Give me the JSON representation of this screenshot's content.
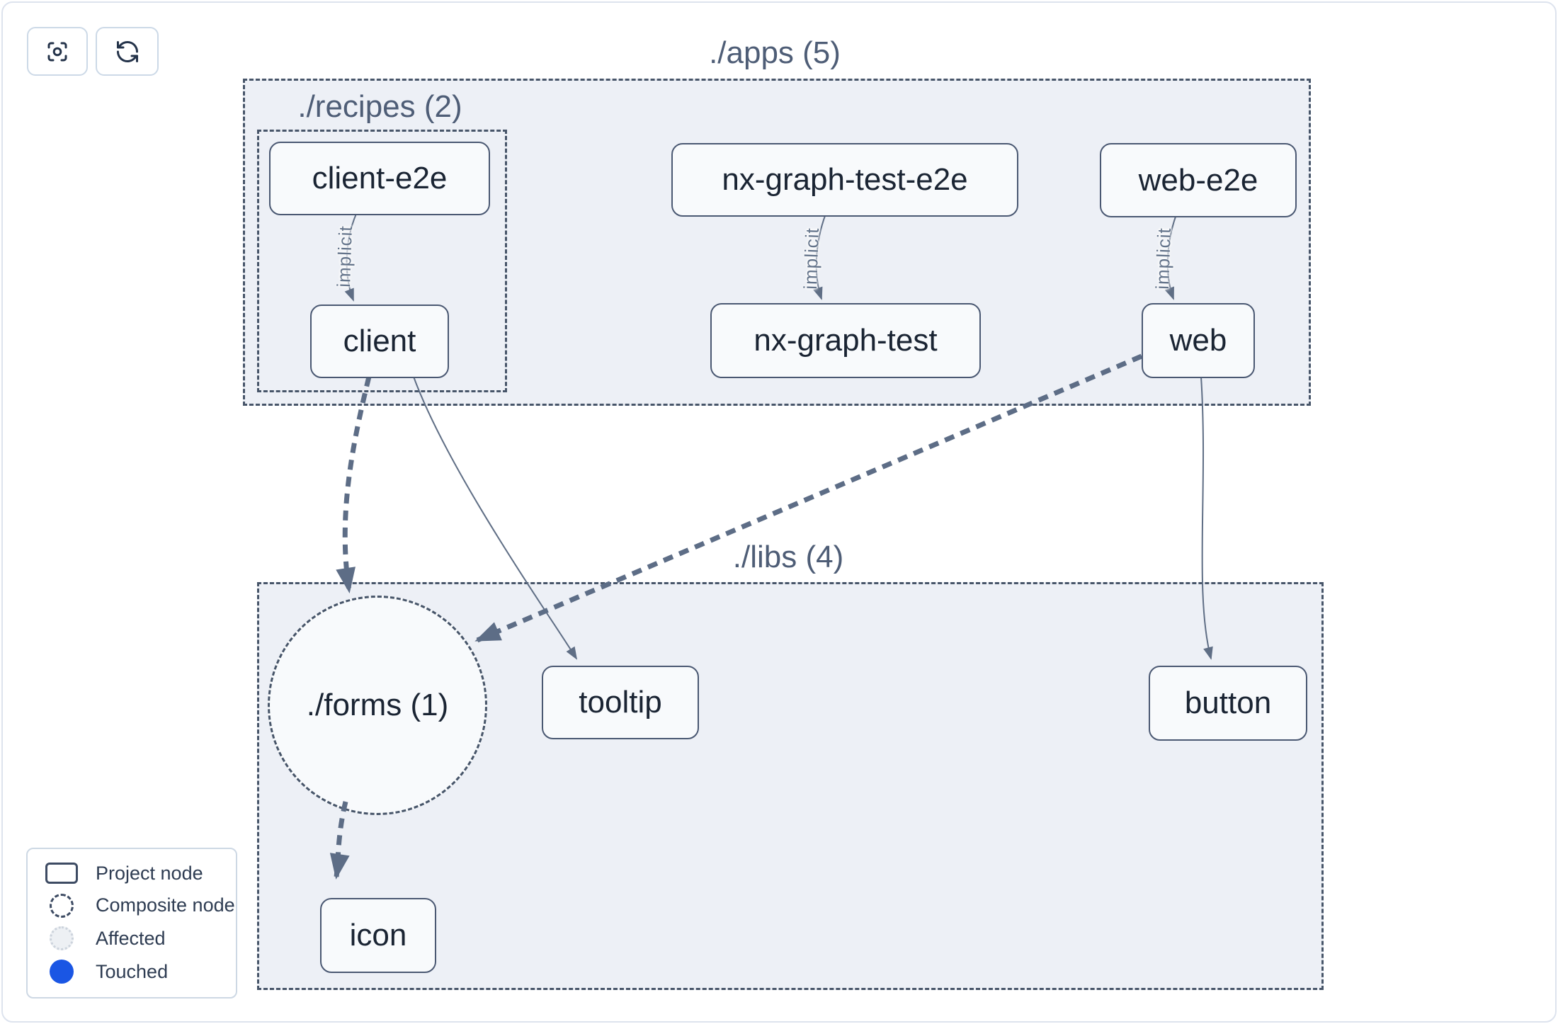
{
  "toolbar": {
    "buttons": [
      {
        "id": "center-graph",
        "icon": "focus-center-icon"
      },
      {
        "id": "refresh-graph",
        "icon": "refresh-icon"
      }
    ]
  },
  "graph": {
    "containers": {
      "apps": {
        "label": "./apps (5)",
        "count": 5
      },
      "recipes": {
        "label": "./recipes (2)",
        "count": 2
      },
      "libs": {
        "label": "./libs (4)",
        "count": 4
      }
    },
    "composite_nodes": {
      "forms": {
        "label": "./forms (1)",
        "count": 1
      }
    },
    "project_nodes": {
      "client_e2e": {
        "label": "client-e2e"
      },
      "client": {
        "label": "client"
      },
      "nx_graph_test_e2e": {
        "label": "nx-graph-test-e2e"
      },
      "nx_graph_test": {
        "label": "nx-graph-test"
      },
      "web_e2e": {
        "label": "web-e2e"
      },
      "web": {
        "label": "web"
      },
      "tooltip": {
        "label": "tooltip"
      },
      "button": {
        "label": "button"
      },
      "icon": {
        "label": "icon"
      }
    },
    "edges": [
      {
        "from": "client-e2e",
        "to": "client",
        "type": "implicit",
        "label": "implicit"
      },
      {
        "from": "nx-graph-test-e2e",
        "to": "nx-graph-test",
        "type": "implicit",
        "label": "implicit"
      },
      {
        "from": "web-e2e",
        "to": "web",
        "type": "implicit",
        "label": "implicit"
      },
      {
        "from": "client",
        "to": "./forms (1)",
        "type": "dashed-dependency",
        "label": ""
      },
      {
        "from": "web",
        "to": "./forms (1)",
        "type": "dashed-dependency",
        "label": ""
      },
      {
        "from": "./forms (1)",
        "to": "icon",
        "type": "dashed-dependency",
        "label": ""
      },
      {
        "from": "client",
        "to": "tooltip",
        "type": "dependency",
        "label": ""
      },
      {
        "from": "web",
        "to": "button",
        "type": "dependency",
        "label": ""
      }
    ]
  },
  "legend": {
    "items": [
      {
        "label": "Project node",
        "swatch": "project-rect"
      },
      {
        "label": "Composite node",
        "swatch": "composite-dashed-circle"
      },
      {
        "label": "Affected",
        "swatch": "affected-circle"
      },
      {
        "label": "Touched",
        "swatch": "touched-circle"
      }
    ]
  },
  "colors": {
    "touched_blue": "#1a56e4",
    "container_fill": "#edf0f6",
    "node_fill": "#f8fafc",
    "node_border": "#4a5872",
    "dashed_border": "#475569",
    "edge_stroke": "#5f6e85",
    "node_text": "#1a2433",
    "container_label_text": "#4e5d76"
  }
}
